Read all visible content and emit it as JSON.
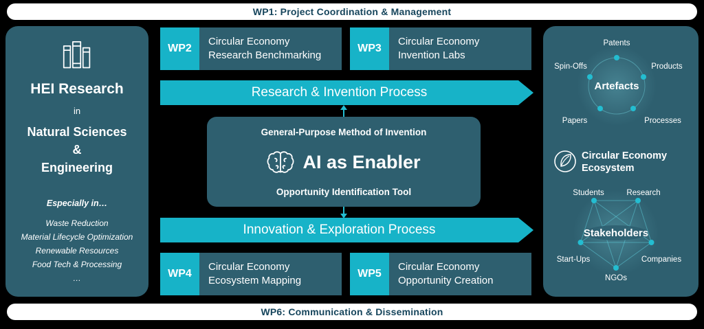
{
  "colors": {
    "background": "#000000",
    "panel_teal": "#2E5F6F",
    "accent_cyan": "#17B3C8",
    "banner_text": "#16455C",
    "node_dot": "#23BDD1",
    "text_white": "#FFFFFF"
  },
  "banners": {
    "wp1": "WP1: Project Coordination & Management",
    "wp6": "WP6: Communication & Dissemination"
  },
  "left_panel": {
    "title": "HEI Research",
    "connector": "in",
    "field_lines": [
      "Natural Sciences",
      "&",
      "Engineering"
    ],
    "especially": "Especially in…",
    "topics": [
      "Waste Reduction",
      "Material Lifecycle Optimization",
      "Renewable Resources",
      "Food Tech & Processing",
      "…"
    ]
  },
  "wp_boxes": {
    "wp2": {
      "tag": "WP2",
      "line1": "Circular Economy",
      "line2": "Research Benchmarking"
    },
    "wp3": {
      "tag": "WP3",
      "line1": "Circular Economy",
      "line2": "Invention Labs"
    },
    "wp4": {
      "tag": "WP4",
      "line1": "Circular Economy",
      "line2": "Ecosystem Mapping"
    },
    "wp5": {
      "tag": "WP5",
      "line1": "Circular Economy",
      "line2": "Opportunity Creation"
    }
  },
  "process_arrows": {
    "research": "Research & Invention Process",
    "innovation": "Innovation & Exploration Process"
  },
  "center_box": {
    "top_label": "General-Purpose Method of Invention",
    "title": "AI as Enabler",
    "bottom_label": "Opportunity Identification Tool"
  },
  "right_panel": {
    "artefacts": {
      "title": "Artefacts",
      "nodes": [
        "Patents",
        "Spin-Offs",
        "Products",
        "Papers",
        "Processes"
      ]
    },
    "ecosystem": {
      "line1": "Circular Economy",
      "line2": "Ecosystem"
    },
    "stakeholders": {
      "title": "Stakeholders",
      "nodes": [
        "Students",
        "Research",
        "Start-Ups",
        "Companies",
        "NGOs"
      ]
    }
  }
}
